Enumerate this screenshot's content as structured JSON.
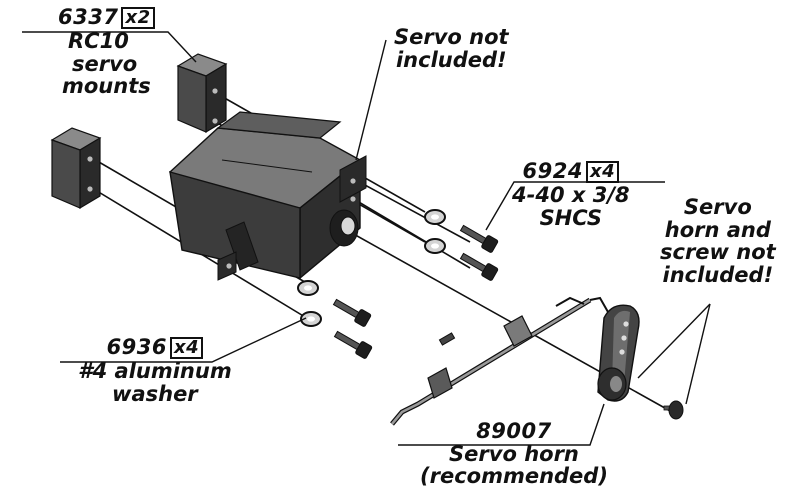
{
  "colors": {
    "ink": "#111111",
    "body": "#3a3a3a",
    "body_light": "#6a6a6a",
    "background": "#ffffff"
  },
  "parts": {
    "servo_mounts": {
      "part_number": "6337",
      "quantity": "x2",
      "line1": "RC10",
      "line2": "servo",
      "line3": "mounts"
    },
    "shcs": {
      "part_number": "6924",
      "quantity": "x4",
      "line1": "4-40 x 3/8",
      "line2": "SHCS"
    },
    "washer": {
      "part_number": "6936",
      "quantity": "x4",
      "line1": "#4 aluminum",
      "line2": "washer"
    },
    "servo_horn": {
      "part_number": "89007",
      "line1": "Servo horn",
      "line2": "(recommended)"
    }
  },
  "notes": {
    "servo": {
      "line1": "Servo not",
      "line2": "included!"
    },
    "horn": {
      "line1": "Servo",
      "line2": "horn and",
      "line3": "screw not",
      "line4": "included!"
    }
  }
}
